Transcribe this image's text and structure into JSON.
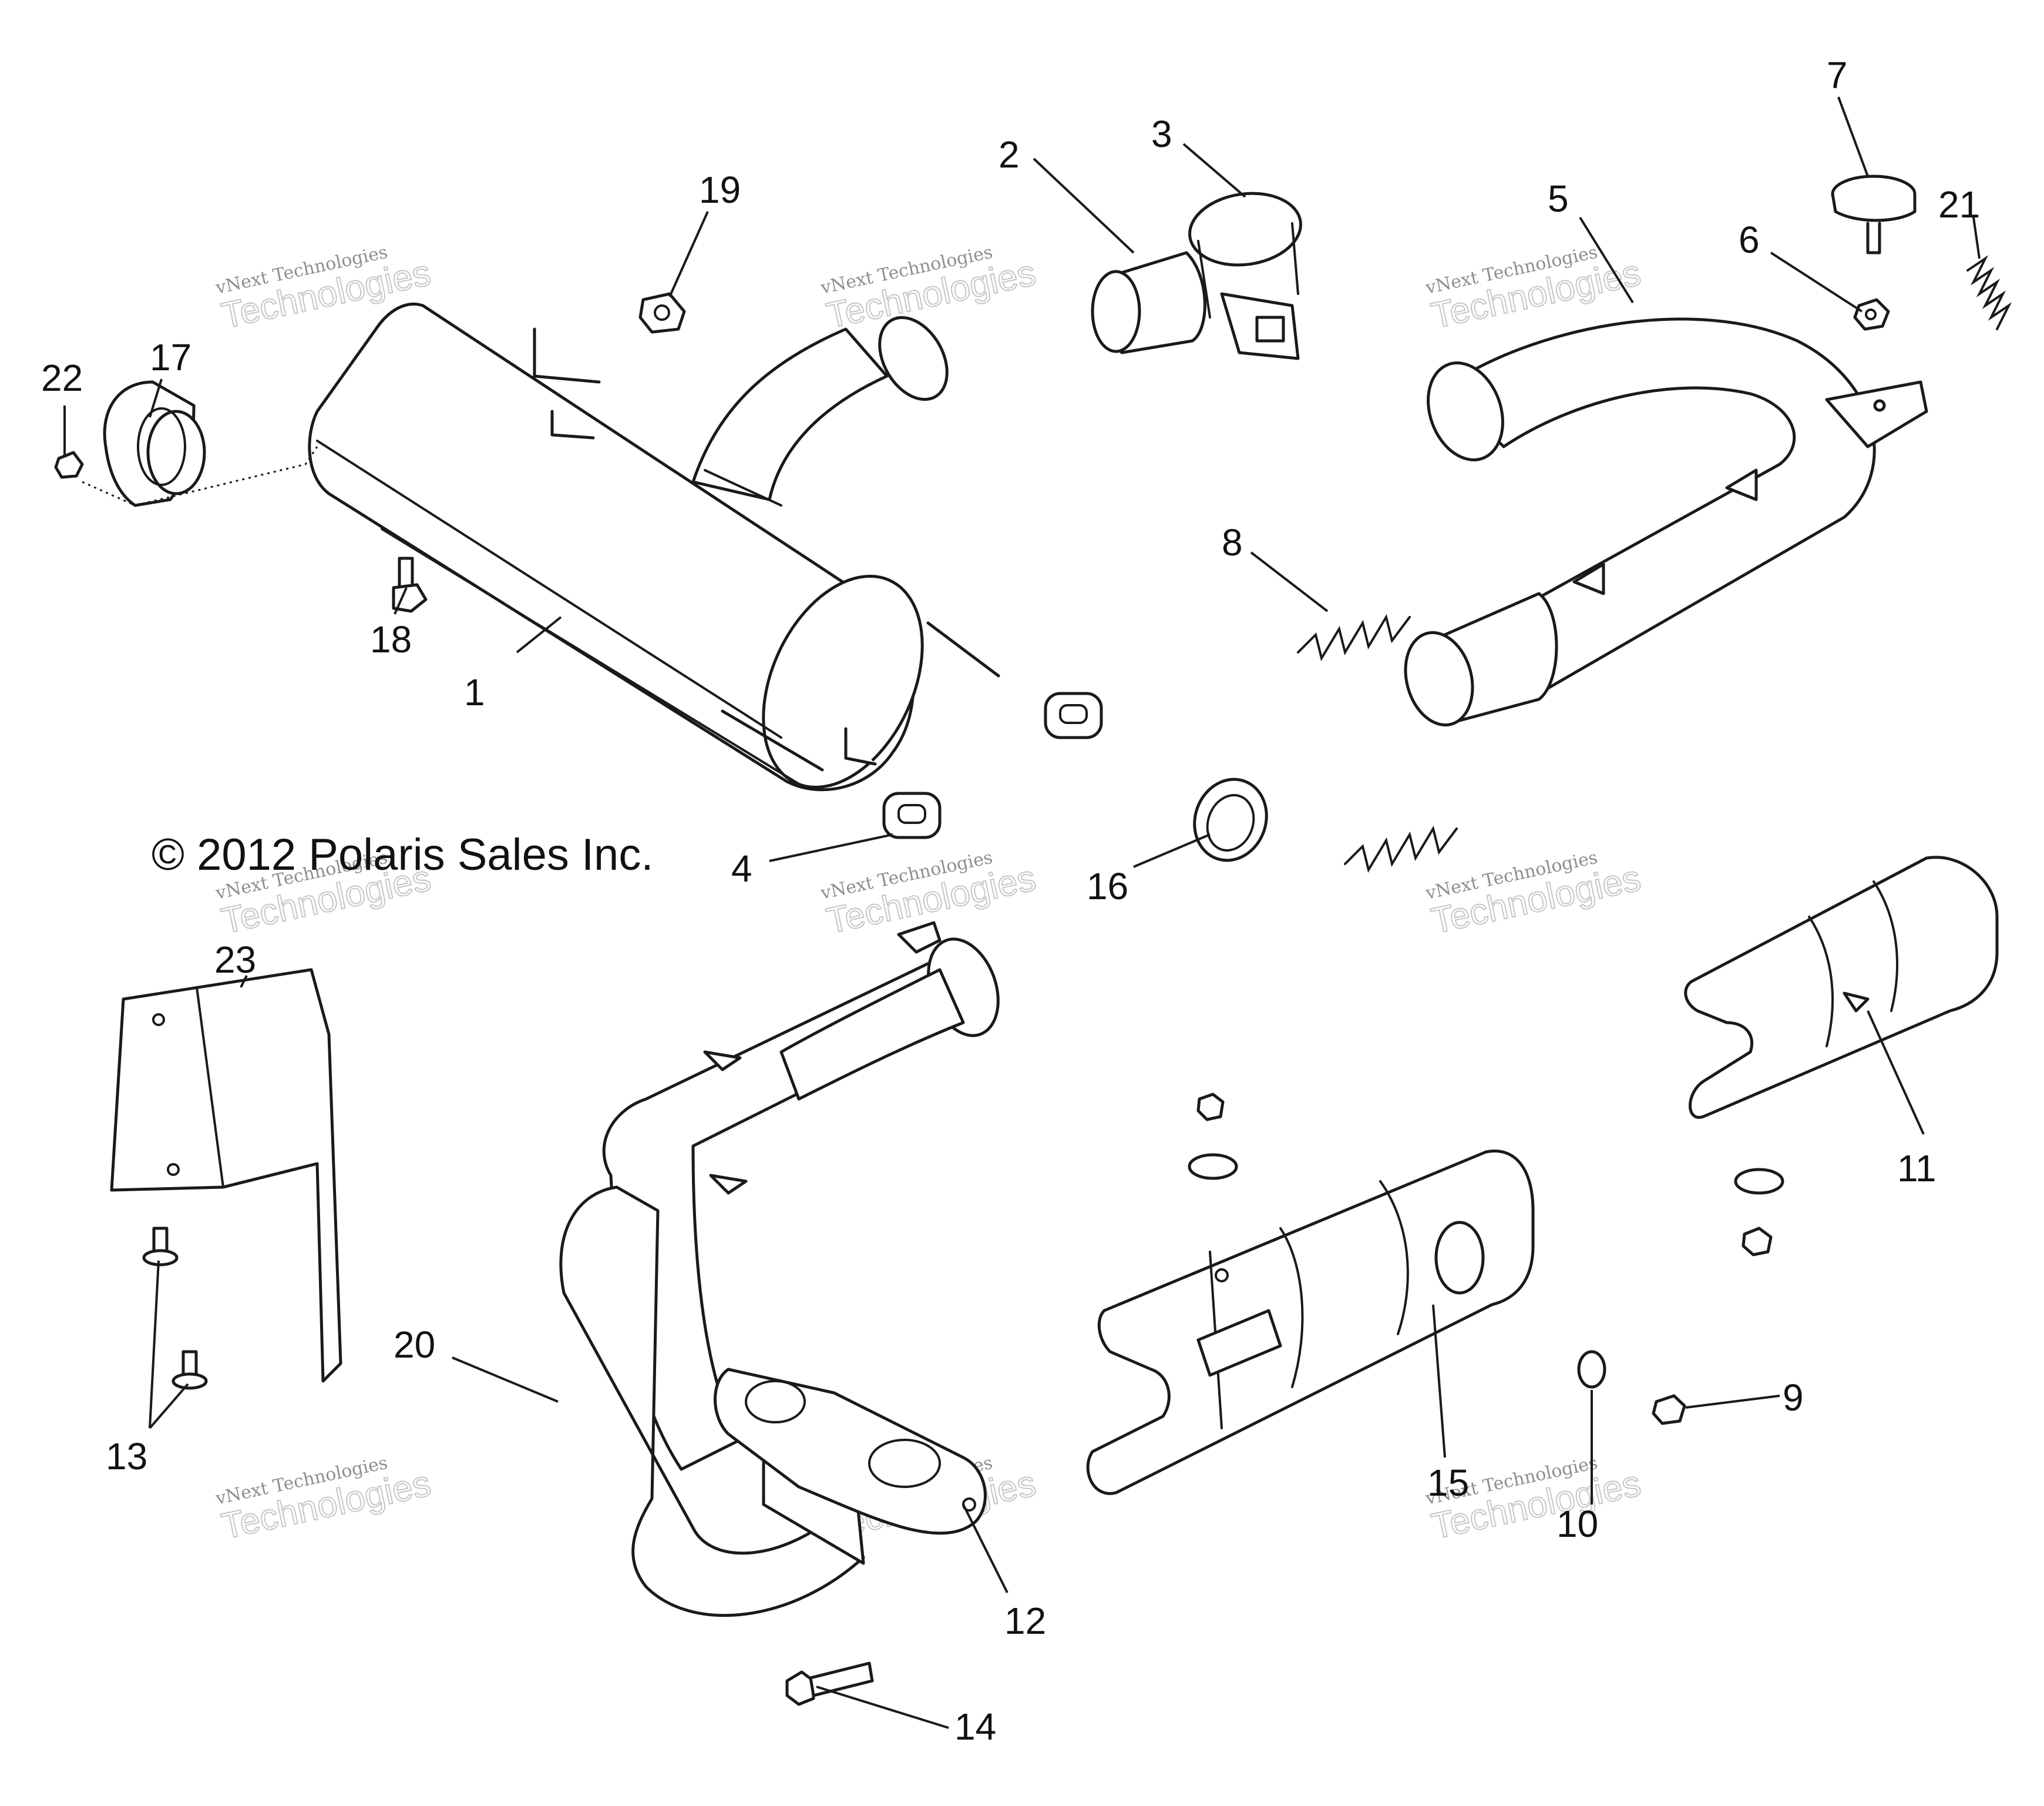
{
  "copyright": "© 2012 Polaris Sales Inc.",
  "watermark": {
    "line1": "vNext Technologies",
    "line2": "Technologies"
  },
  "callouts": [
    "1",
    "2",
    "3",
    "4",
    "5",
    "6",
    "7",
    "8",
    "9",
    "10",
    "11",
    "12",
    "13",
    "14",
    "15",
    "16",
    "17",
    "18",
    "19",
    "20",
    "21",
    "22",
    "23"
  ],
  "colors": {
    "line": "#1a1a1a",
    "background": "#ffffff",
    "watermark": "#999999"
  }
}
